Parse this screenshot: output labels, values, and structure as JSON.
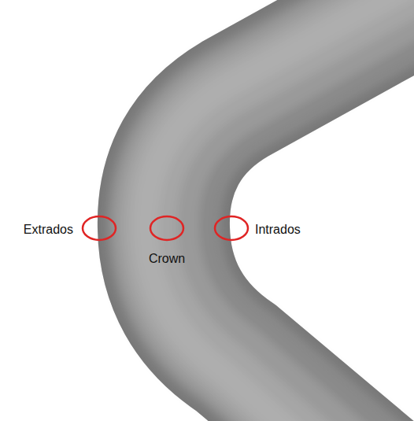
{
  "diagram": {
    "labels": [
      "Extrados",
      "Crown",
      "Intrados"
    ]
  }
}
